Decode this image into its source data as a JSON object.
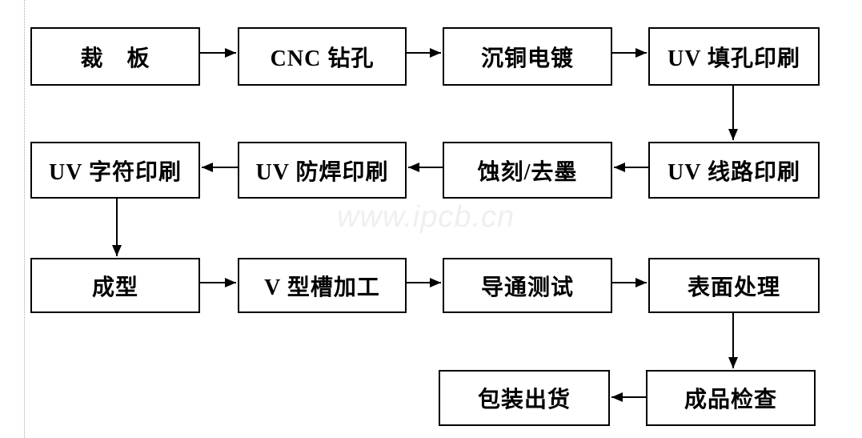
{
  "diagram": {
    "type": "flowchart",
    "watermark": "www.ipcb.cn",
    "nodes": [
      {
        "id": "cut-board",
        "label": "裁　板"
      },
      {
        "id": "cnc-drilling",
        "label": "CNC 钻孔"
      },
      {
        "id": "copper-plating",
        "label": "沉铜电镀"
      },
      {
        "id": "uv-hole-fill-print",
        "label": "UV 填孔印刷"
      },
      {
        "id": "uv-circuit-print",
        "label": "UV 线路印刷"
      },
      {
        "id": "etch-deink",
        "label": "蚀刻/去墨"
      },
      {
        "id": "uv-soldermask-print",
        "label": "UV 防焊印刷"
      },
      {
        "id": "uv-legend-print",
        "label": "UV 字符印刷"
      },
      {
        "id": "forming",
        "label": "成型"
      },
      {
        "id": "v-groove-machining",
        "label": "V 型槽加工"
      },
      {
        "id": "continuity-test",
        "label": "导通测试"
      },
      {
        "id": "surface-treatment",
        "label": "表面处理"
      },
      {
        "id": "final-inspection",
        "label": "成品检查"
      },
      {
        "id": "packing-shipment",
        "label": "包装出货"
      }
    ],
    "edges": [
      [
        "cut-board",
        "cnc-drilling"
      ],
      [
        "cnc-drilling",
        "copper-plating"
      ],
      [
        "copper-plating",
        "uv-hole-fill-print"
      ],
      [
        "uv-hole-fill-print",
        "uv-circuit-print"
      ],
      [
        "uv-circuit-print",
        "etch-deink"
      ],
      [
        "etch-deink",
        "uv-soldermask-print"
      ],
      [
        "uv-soldermask-print",
        "uv-legend-print"
      ],
      [
        "uv-legend-print",
        "forming"
      ],
      [
        "forming",
        "v-groove-machining"
      ],
      [
        "v-groove-machining",
        "continuity-test"
      ],
      [
        "continuity-test",
        "surface-treatment"
      ],
      [
        "surface-treatment",
        "final-inspection"
      ],
      [
        "final-inspection",
        "packing-shipment"
      ]
    ],
    "colors": {
      "line": "#000000",
      "text": "#000000",
      "box_background": "#ffffff",
      "watermark": "#efefef",
      "background": "#ffffff"
    }
  }
}
